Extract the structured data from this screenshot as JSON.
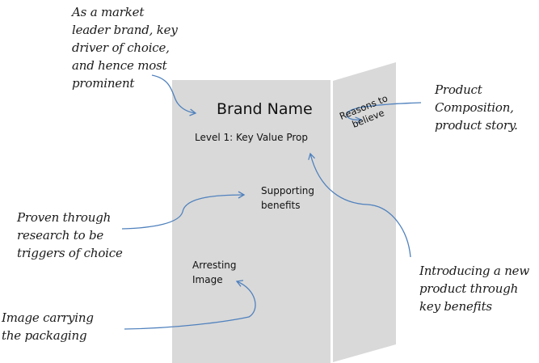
{
  "diagram": {
    "title": "Packaging hierarchy diagram",
    "colors": {
      "panel": "#d9d9d9",
      "arrow": "#4f81bd",
      "text": "#111111",
      "background": "#ffffff"
    },
    "front_panel": {
      "brand_name": "Brand Name",
      "key_value_prop": "Level 1: Key Value Prop",
      "supporting_benefits": "Supporting\nbenefits",
      "arresting_image": "Arresting\nImage"
    },
    "side_panel": {
      "reasons_to_believe": "Reasons to\nbelieve"
    },
    "annotations": [
      {
        "id": "brand",
        "text": "As a market\nleader brand, key\ndriver of choice,\nand hence most\nprominent",
        "points_to": "Brand Name"
      },
      {
        "id": "composition",
        "text": "Product\nComposition,\nproduct story.",
        "points_to": "Reasons to believe"
      },
      {
        "id": "proven",
        "text": "Proven through\nresearch to be\ntriggers of choice",
        "points_to": "Supporting benefits"
      },
      {
        "id": "introducing",
        "text": "Introducing a new\nproduct through\nkey benefits",
        "points_to": "Level 1: Key Value Prop"
      },
      {
        "id": "image",
        "text": "Image carrying\nthe packaging",
        "points_to": "Arresting Image"
      }
    ]
  }
}
